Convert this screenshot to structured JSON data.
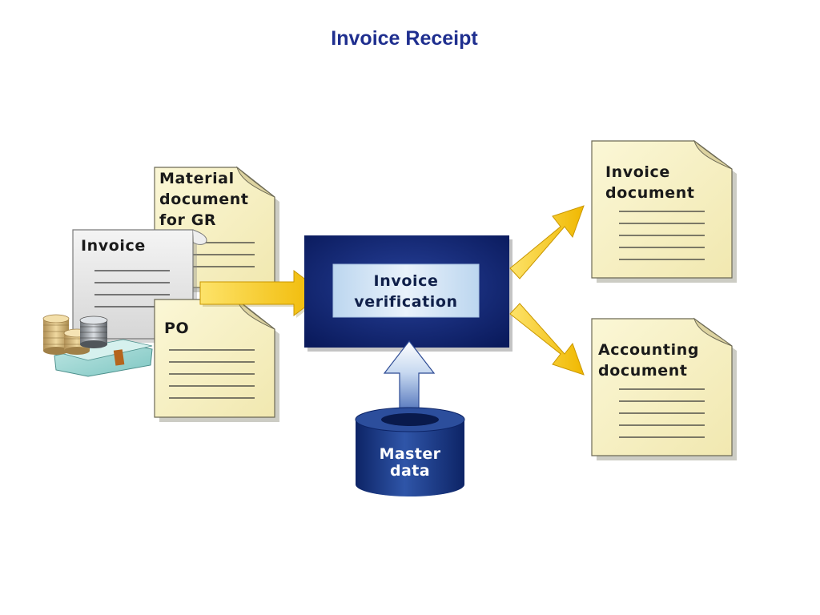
{
  "title": "Invoice Receipt",
  "inputs": {
    "material_document": "Material\ndocument\nfor GR",
    "invoice": "Invoice",
    "po": "PO"
  },
  "process": {
    "label": "Invoice\nverification"
  },
  "master_data": {
    "label": "Master\ndata"
  },
  "outputs": {
    "invoice_document": "Invoice\ndocument",
    "accounting_document": "Accounting\ndocument"
  },
  "colors": {
    "title": "#1f2f8f",
    "document_paper": "#f8f2c4",
    "invoice_paper": "#e8e8e8",
    "process_box": "#0c1f6e",
    "arrow": "#f5c518",
    "database": "#13307a"
  }
}
